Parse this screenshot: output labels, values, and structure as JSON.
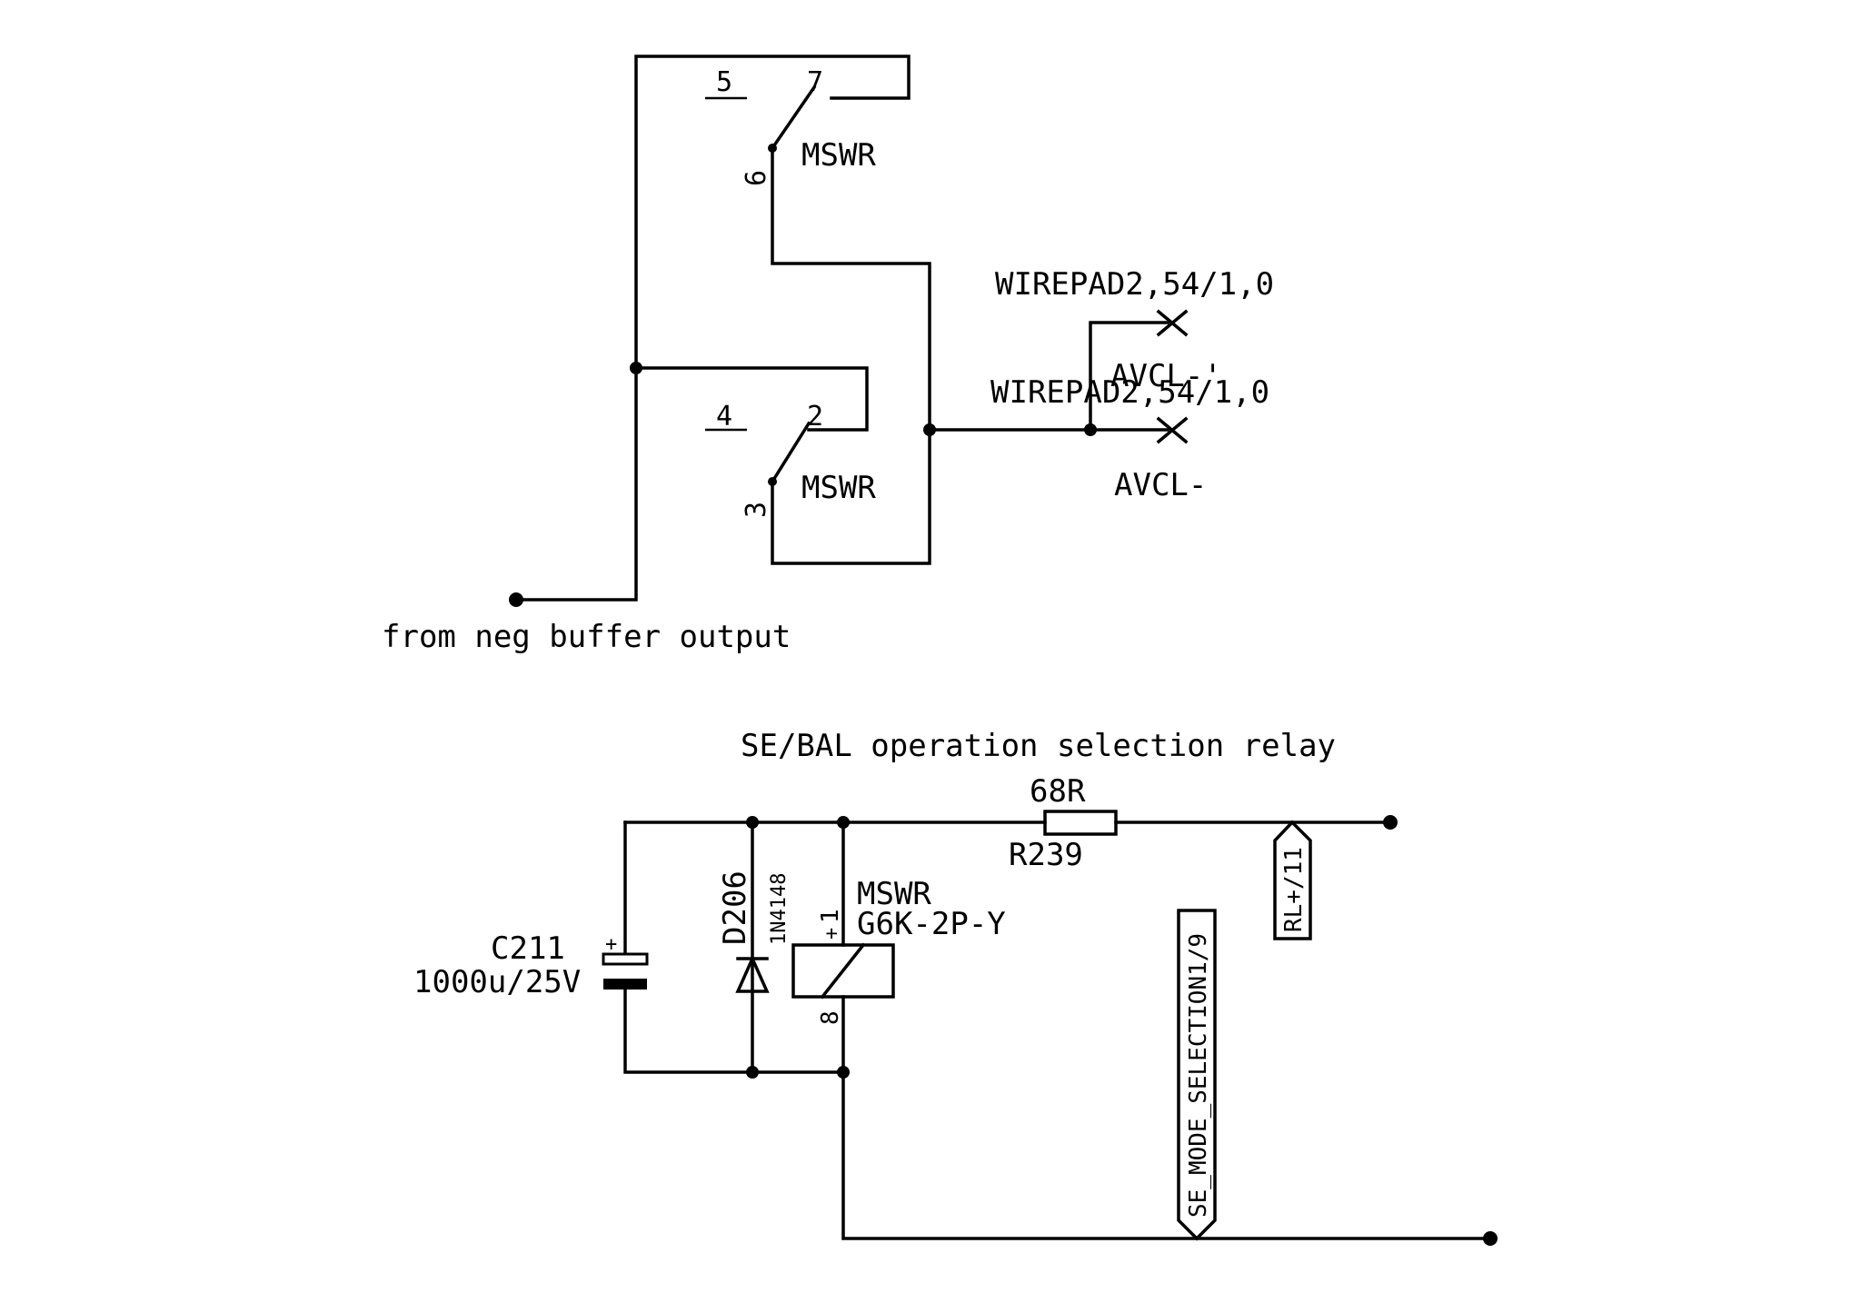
{
  "relay_contacts": {
    "upper": {
      "pin_left": "5",
      "pin_right": "7",
      "pin_common": "6",
      "name": "MSWR"
    },
    "lower": {
      "pin_left": "4",
      "pin_right": "2",
      "pin_common": "3",
      "name": "MSWR"
    },
    "input_label": "from neg buffer output"
  },
  "wirepads": [
    {
      "value": "WIREPAD2,54/1,0",
      "name": "AVCL-'"
    },
    {
      "value": "WIREPAD2,54/1,0",
      "name": "AVCL-"
    }
  ],
  "relay_circuit": {
    "title": "SE/BAL operation selection relay",
    "capacitor": {
      "name": "C211",
      "value": "1000u/25V",
      "polarity": "+"
    },
    "diode": {
      "name": "D206",
      "value": "1N4148"
    },
    "relay": {
      "name": "MSWR",
      "value": "G6K-2P-Y",
      "pin_top": "1",
      "pin_top_mark": "+",
      "pin_bottom": "8"
    },
    "resistor": {
      "name": "R239",
      "value": "68R"
    },
    "net_rl": "RL+/11",
    "net_se": "SE_MODE_SELECTION1/9"
  }
}
